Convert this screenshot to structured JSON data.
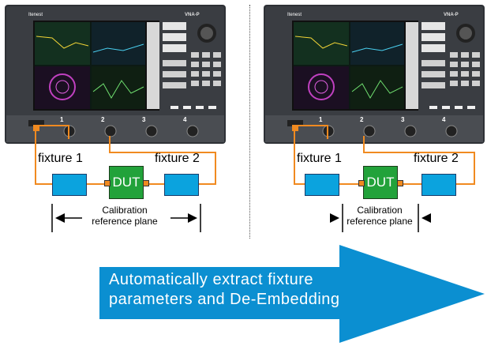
{
  "left_panel": {
    "logo": "Itenest",
    "model": "VNA-P",
    "ports": [
      "1",
      "2",
      "3",
      "4"
    ],
    "fixture1": "fixture 1",
    "fixture2": "fixture 2",
    "dut": "DUT",
    "cal_line1": "Calibration",
    "cal_line2": "reference plane"
  },
  "right_panel": {
    "logo": "Itenest",
    "model": "VNA-P",
    "ports": [
      "1",
      "2",
      "3",
      "4"
    ],
    "fixture1": "fixture 1",
    "fixture2": "fixture 2",
    "dut": "DUT",
    "cal_line1": "Calibration",
    "cal_line2": "reference plane"
  },
  "banner": {
    "line1": "Automatically extract fixture",
    "line2": "parameters and De-Embedding"
  },
  "colors": {
    "cable": "#f08a20",
    "fixture": "#0ba3de",
    "dut": "#22a23a",
    "arrow": "#0b8fd1"
  }
}
